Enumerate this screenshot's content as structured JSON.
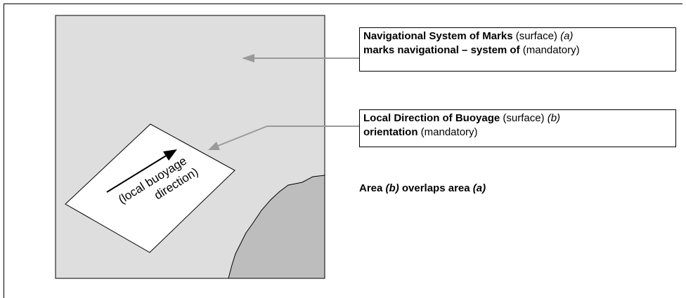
{
  "box_a": {
    "line1_bold": "Navigational System of Marks",
    "line1_rest": " (surface) ",
    "line1_label": "(a)",
    "line2_bold": "marks navigational – system of",
    "line2_rest": " (mandatory)"
  },
  "box_b": {
    "line1_bold": "Local Direction of Buoyage",
    "line1_rest": " (surface) ",
    "line1_label": "(b)",
    "line2_bold": "orientation",
    "line2_rest": " (mandatory)"
  },
  "note": {
    "word1": "Area ",
    "label_b": "(b)",
    "word2": " overlaps area ",
    "label_a": "(a)"
  },
  "panel": {
    "line1": "(local buoyage",
    "line2": "direction)"
  },
  "colors": {
    "sea_area": "#dedede",
    "land": "#bdbdbd",
    "leader": "#9a9a9a"
  }
}
